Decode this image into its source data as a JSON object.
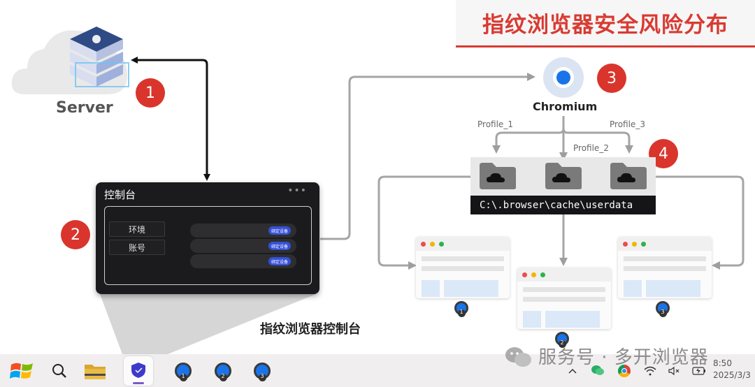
{
  "title": "指纹浏览器安全风险分布",
  "server_label": "Server",
  "chromium_label": "Chromium",
  "badges": [
    "1",
    "2",
    "3",
    "4"
  ],
  "profiles": [
    "Profile_1",
    "Profile_2",
    "Profile_3"
  ],
  "path": "C:\\.browser\\cache\\userdata",
  "console": {
    "title": "控制台",
    "dots": "•••",
    "items": [
      "环境",
      "账号"
    ],
    "bind_label": "绑定设备"
  },
  "console_caption": "指纹浏览器控制台",
  "window_numbers": [
    "1",
    "2",
    "3"
  ],
  "watermark": "服务号 · 多开浏览器",
  "clock": {
    "time": "8:50",
    "date": "2025/3/3"
  },
  "colors": {
    "accent_red": "#d9352d",
    "chrome_blue": "#1a73e8",
    "console_bg": "#1b1b1d"
  }
}
